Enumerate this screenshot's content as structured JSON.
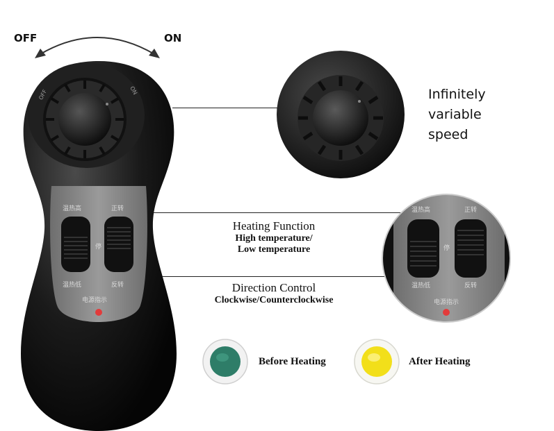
{
  "rotation": {
    "off_label": "OFF",
    "on_label": "ON"
  },
  "knob_callout": {
    "line1": "Infinitely",
    "line2": "variable",
    "line3": "speed"
  },
  "heating": {
    "title": "Heating Function",
    "line1": "High temperature/",
    "line2": "Low temperature"
  },
  "direction": {
    "title": "Direction Control",
    "line1": "Clockwise/Counterclockwise"
  },
  "dial_marks": {
    "off": "OFF",
    "on": "ON"
  },
  "remote_labels": {
    "heat_high": "温热高",
    "heat_low": "温热低",
    "stop": "停",
    "forward": "正转",
    "reverse": "反转",
    "power_indicator": "电源指示"
  },
  "indicators": {
    "before": {
      "label": "Before Heating",
      "color": "#2e7d68"
    },
    "after": {
      "label": "After Heating",
      "color": "#f2df1a"
    }
  },
  "colors": {
    "remote_body": "#1a1a1a",
    "panel": "#8a8a8a",
    "power_led": "#e23b3b"
  }
}
